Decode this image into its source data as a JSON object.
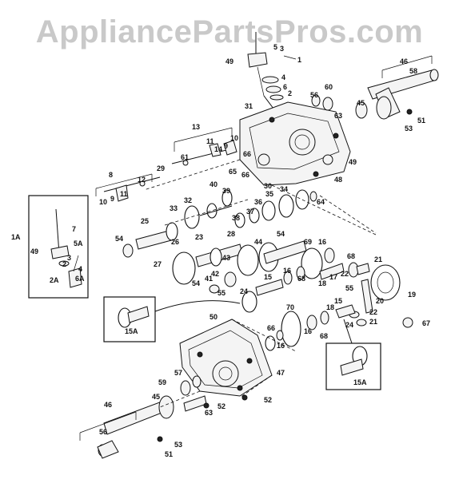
{
  "watermark": "AppliancePartsPros.com",
  "labels": {
    "l1": "1",
    "l2": "2",
    "l3": "3",
    "l4": "4",
    "l5": "5",
    "l6": "6",
    "l7": "7",
    "l8": "8",
    "l9": "9",
    "l10": "10",
    "l11": "11",
    "l12": "12",
    "l13": "13",
    "l14": "14",
    "l15": "15",
    "l15a": "15A",
    "l16": "16",
    "l17": "17",
    "l18": "18",
    "l19": "19",
    "l20": "20",
    "l21": "21",
    "l22": "22",
    "l23": "23",
    "l24": "24",
    "l25": "25",
    "l26": "26",
    "l27": "27",
    "l28": "28",
    "l29": "29",
    "l30": "30",
    "l31": "31",
    "l32": "32",
    "l33": "33",
    "l34": "34",
    "l35": "35",
    "l36": "36",
    "l37": "37",
    "l38": "38",
    "l39": "39",
    "l40": "40",
    "l41": "41",
    "l42": "42",
    "l43": "43",
    "l44": "44",
    "l45": "45",
    "l46": "46",
    "l47": "47",
    "l48": "48",
    "l49": "49",
    "l50": "50",
    "l51": "51",
    "l52": "52",
    "l53": "53",
    "l54": "54",
    "l55": "55",
    "l56": "56",
    "l57": "57",
    "l58": "58",
    "l59": "59",
    "l60": "60",
    "l61": "61",
    "l63": "63",
    "l64": "64",
    "l65": "65",
    "l66": "66",
    "l67": "67",
    "l68": "68",
    "l69": "69",
    "l70": "70",
    "l1a": "1A",
    "l2a": "2A",
    "l5a": "5A",
    "l6a": "6A"
  }
}
